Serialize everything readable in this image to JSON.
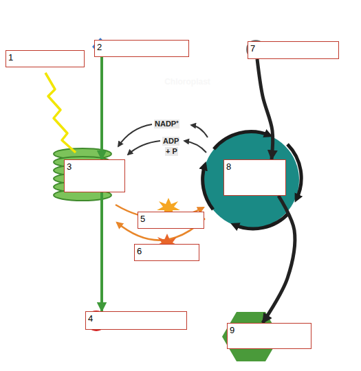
{
  "diagram": {
    "nodes": [
      {
        "text": [
          "1"
        ]
      },
      {
        "text": [
          "2"
        ]
      },
      {
        "text": [
          "7"
        ]
      },
      {
        "text": [
          "Chloroplast"
        ]
      },
      {
        "text": [
          "3"
        ],
        "in": 3
      },
      {
        "text": [
          "8"
        ],
        "in": 3
      },
      {
        "text": [
          "5"
        ],
        "in": 3
      },
      {
        "text": [
          "6"
        ],
        "in": 3
      },
      {
        "text": [
          "4"
        ]
      },
      {
        "text": [
          "9"
        ]
      }
    ],
    "edges": [
      {
        "from": 1,
        "to": 4,
        "arrow": "to"
      },
      {
        "from": 4,
        "to": 8,
        "arrow": "to"
      },
      {
        "from": 2,
        "to": 5,
        "arrow": "to"
      },
      {
        "from": 5,
        "to": 9,
        "arrow": "to"
      }
    ],
    "labels": [
      "NADP⁺",
      "ADP",
      "+ P"
    ]
  }
}
